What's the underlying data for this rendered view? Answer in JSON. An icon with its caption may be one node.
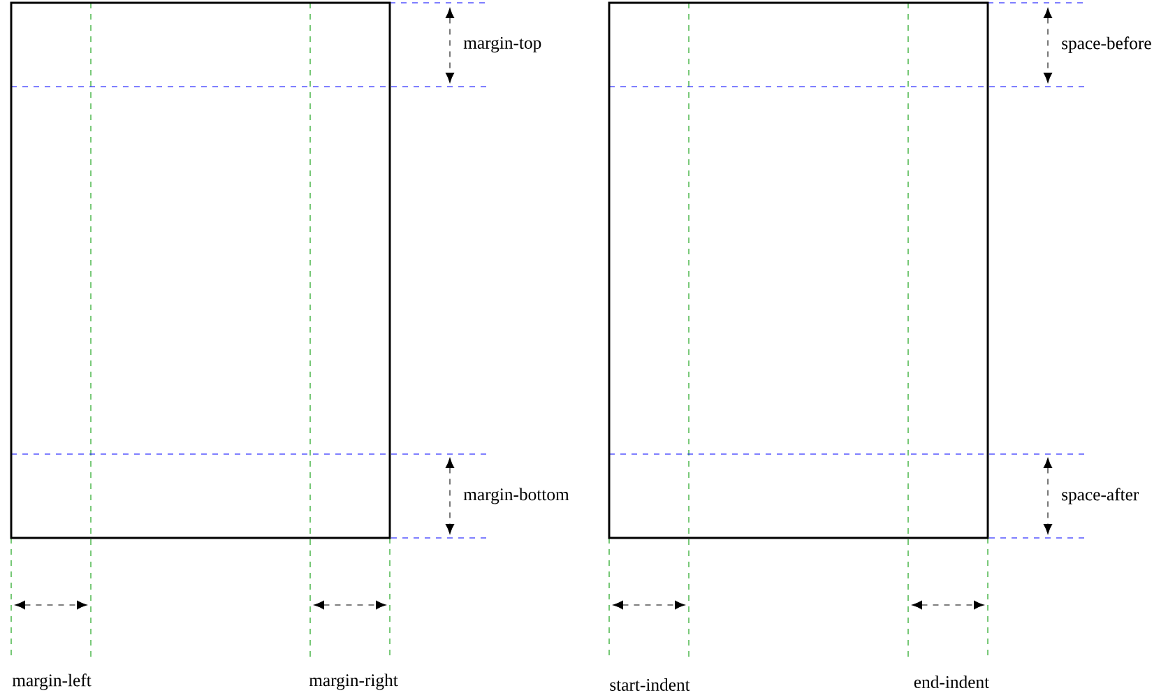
{
  "diagram": {
    "labels": [
      "margin-top",
      "space-before",
      "margin-bottom",
      "space-after",
      "margin-left",
      "margin-right",
      "start-indent",
      "end-indent"
    ]
  }
}
